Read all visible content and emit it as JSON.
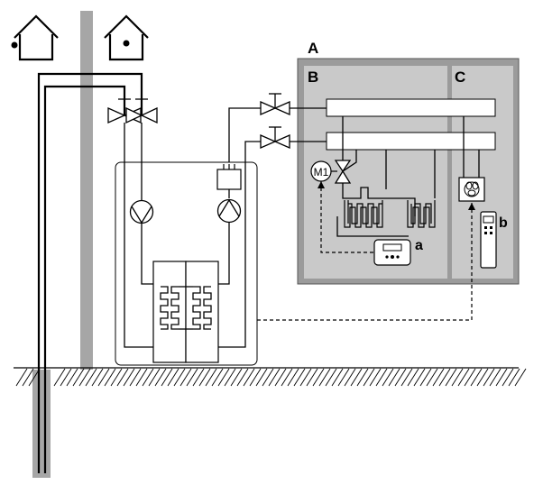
{
  "labels": {
    "building": "A",
    "zone_b": "B",
    "zone_c": "C",
    "thermostat": "a",
    "remote": "b",
    "mixing_valve_motor": "M1"
  },
  "colors": {
    "building_outer": "#9b9b9b",
    "zone_fill": "#c9c9c9",
    "ground_pipe": "#a6a6a6",
    "line": "#000000",
    "background": "#ffffff"
  },
  "icons": [
    "house-icon-left",
    "house-icon-right",
    "three-way-valve-icon",
    "pump-icon-left",
    "pump-icon-right",
    "expansion-vessel-icon",
    "heat-exchanger-icon",
    "gate-valve-icon-top",
    "gate-valve-icon-bottom",
    "motor-m1-icon",
    "mixing-valve-icon",
    "underfloor-loop-icon-left",
    "underfloor-loop-icon-right",
    "thermostat-icon",
    "fan-coil-icon",
    "remote-controller-icon",
    "ground-hatch"
  ]
}
